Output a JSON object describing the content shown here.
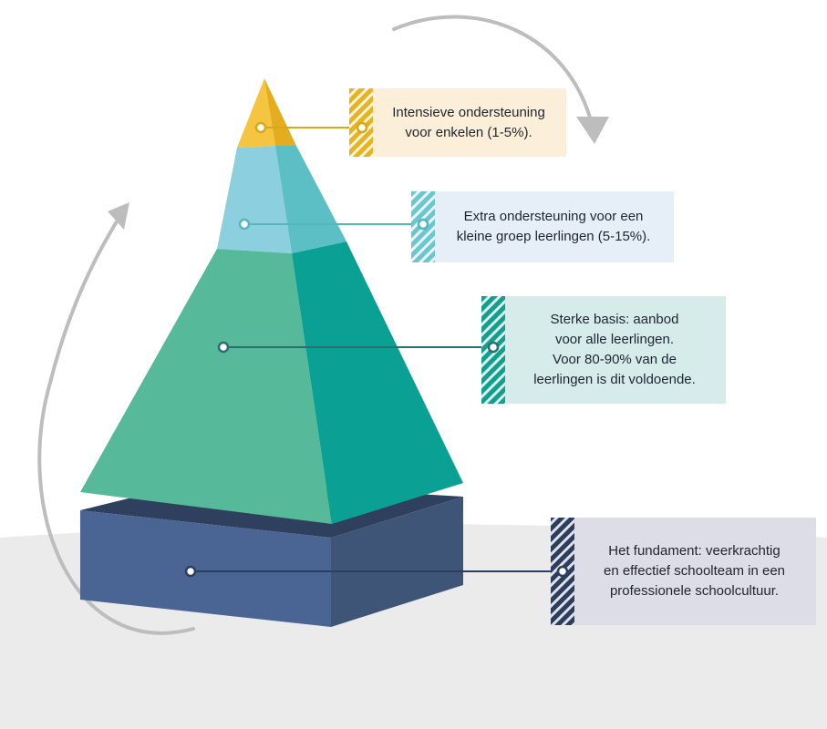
{
  "colors": {
    "yellow": "#f5c542",
    "yellow_dark": "#e3ad1f",
    "light_blue": "#8ccfde",
    "light_blue_dark": "#5cbfc6",
    "green": "#55b99a",
    "green_dark": "#0aa194",
    "navy_front": "#4a6493",
    "navy_side": "#3e5577",
    "navy_top": "#2f3f5e",
    "ground": "#ebebeb",
    "arrow": "#bdbdbd"
  },
  "labels": [
    {
      "id": "top",
      "text": "Intensieve ondersteuning\nvoor enkelen (1-5%).",
      "box_color": "#fcefd9",
      "stripe_color": "#e6b420",
      "line_color": "#d8a818"
    },
    {
      "id": "second",
      "text": "Extra ondersteuning voor een\nkleine groep leerlingen (5-15%).",
      "box_color": "#e6eff7",
      "stripe_color": "#6cc6cf",
      "line_color": "#55b6bf"
    },
    {
      "id": "third",
      "text": "Sterke basis: aanbod\nvoor alle leerlingen.\nVoor 80-90% van de\nleerlingen is dit voldoende.",
      "box_color": "#d5ecea",
      "stripe_color": "#139f8e",
      "line_color": "#2a6f70"
    },
    {
      "id": "base",
      "text": "Het fundament: veerkrachtig\nen effectief schoolteam in een\nprofessionele schoolcultuur.",
      "box_color": "#dcdde6",
      "stripe_color": "#2c3e5e",
      "line_color": "#2c3e5e"
    }
  ]
}
